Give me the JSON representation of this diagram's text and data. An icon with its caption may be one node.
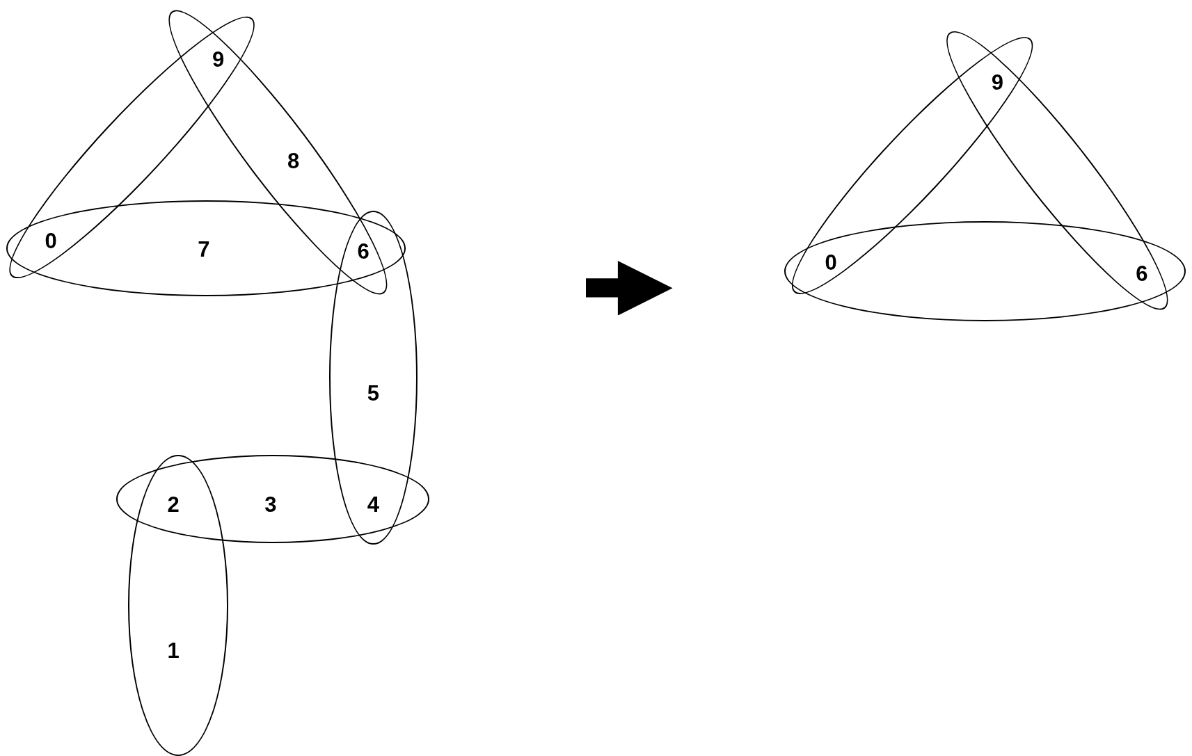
{
  "diagram": {
    "nodes": [
      {
        "text": [],
        "shape": "ellipse"
      },
      {
        "text": [],
        "shape": "ellipse"
      },
      {
        "text": [],
        "shape": "ellipse"
      },
      {
        "text": [],
        "shape": "ellipse"
      },
      {
        "text": [],
        "shape": "ellipse"
      },
      {
        "text": [],
        "shape": "ellipse"
      },
      {
        "text": [],
        "shape": "ellipse"
      },
      {
        "text": [],
        "shape": "ellipse"
      },
      {
        "text": [],
        "shape": "ellipse"
      }
    ],
    "labels": [
      "9",
      "8",
      "0",
      "7",
      "6",
      "5",
      "2",
      "3",
      "4",
      "1",
      "9",
      "0",
      "6"
    ]
  }
}
